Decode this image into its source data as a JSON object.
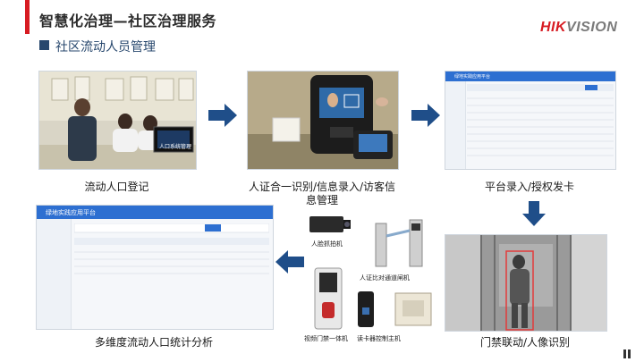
{
  "header": {
    "title": "智慧化治理—社区治理服务",
    "subtitle": "社区流动人员管理",
    "logo_hik": "HIK",
    "logo_vision": "VISION"
  },
  "steps": [
    {
      "caption": "流动人口登记",
      "screen_label": "人口系统管理"
    },
    {
      "caption_line1": "人证合一识别/信息录入/访客信",
      "caption_line2": "息管理"
    },
    {
      "caption": "平台录入/授权发卡",
      "app_title": "绿地实践应用平台"
    },
    {
      "caption": "门禁联动/人像识别"
    },
    {
      "caption": "多维度流动人口统计分析",
      "app_title": "绿地实践应用平台"
    }
  ],
  "devices": {
    "face_camera": "人脸抓拍机",
    "gate": "人证比对通道闸机",
    "access_unit": "视频门禁一体机",
    "card_reader": "读卡器",
    "controller": "控制主机"
  },
  "colors": {
    "accent_red": "#d71b22",
    "navy": "#27476d",
    "arrow_blue": "#1f4e89",
    "app_blue": "#2d6fd1"
  }
}
